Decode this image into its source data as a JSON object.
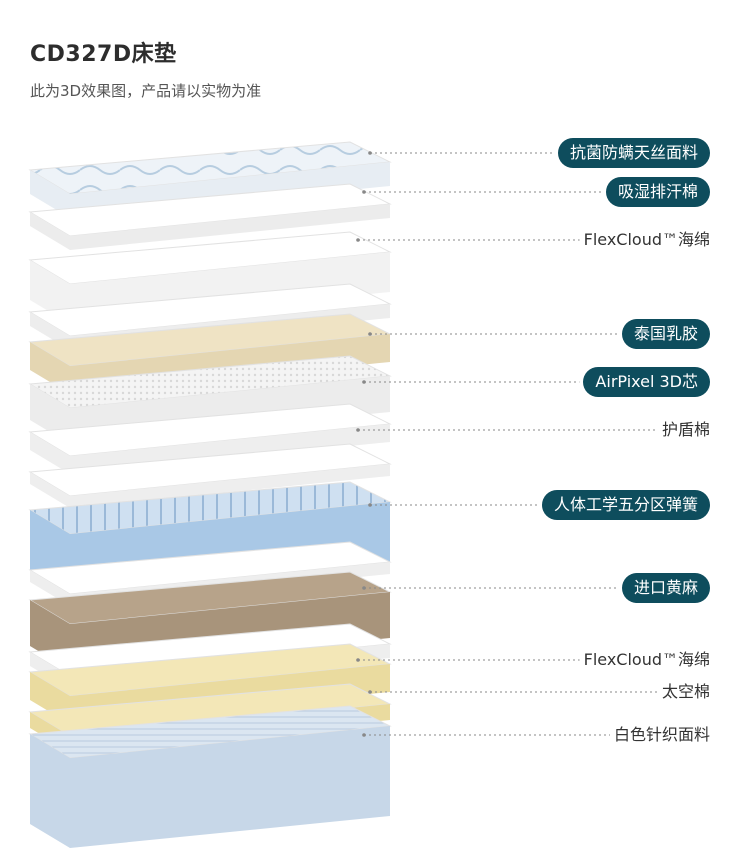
{
  "page": {
    "title": "CD327D床垫",
    "subtitle": "此为3D效果图，产品请以实物为准"
  },
  "colors": {
    "accent": "#0e4d5d",
    "latex": "#efe3c4",
    "coir": "#b7a38a",
    "spring": "#a9c8e6",
    "cotton": "#f3e7b7"
  },
  "layers": [
    {
      "label": "抗菌防螨天丝面料",
      "style": "pill"
    },
    {
      "label": "吸湿排汗棉",
      "style": "pill"
    },
    {
      "label": "FlexCloud™海绵",
      "style": "plain"
    },
    {
      "label": "泰国乳胶",
      "style": "pill"
    },
    {
      "label": "AirPixel 3D芯",
      "style": "pill"
    },
    {
      "label": "护盾棉",
      "style": "plain"
    },
    {
      "label": "人体工学五分区弹簧",
      "style": "pill"
    },
    {
      "label": "进口黄麻",
      "style": "pill"
    },
    {
      "label": "FlexCloud™海绵",
      "style": "plain"
    },
    {
      "label": "太空棉",
      "style": "plain"
    },
    {
      "label": "白色针织面料",
      "style": "plain"
    }
  ]
}
